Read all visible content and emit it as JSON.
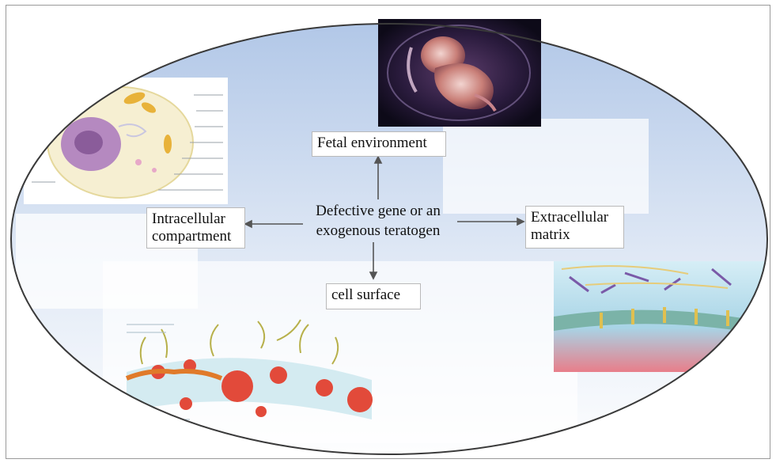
{
  "diagram": {
    "center": {
      "line1": "Defective gene or an",
      "line2": "exogenous teratogen"
    },
    "nodes": {
      "top": "Fetal environment",
      "left_line1": "Intracellular",
      "left_line2": "compartment",
      "right_line1": "Extracellular",
      "right_line2": "matrix",
      "bottom": "cell surface"
    }
  },
  "illustrations": {
    "top": "fetus-image",
    "left": "cell-diagram-image",
    "bottom_left": "cell-membrane-image",
    "right": "extracellular-matrix-image"
  },
  "colors": {
    "sky_top": "#b9cde8",
    "sky_bottom": "#ffffff",
    "ellipse_stroke": "#3a3a3a",
    "arrow": "#555555"
  }
}
